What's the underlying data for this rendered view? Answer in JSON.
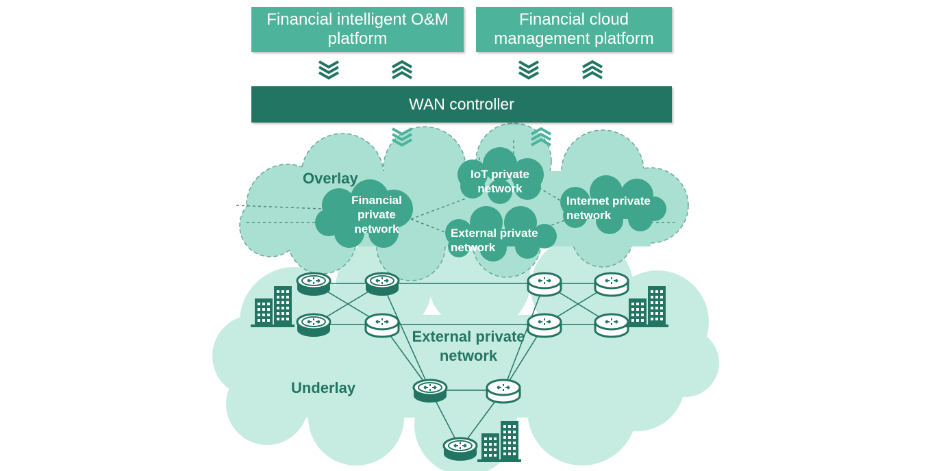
{
  "platforms": {
    "om": "Financial intelligent O&M\nplatform",
    "cloud": "Financial cloud\nmanagement platform"
  },
  "controller": "WAN controller",
  "overlay": {
    "label": "Overlay",
    "networks": {
      "financial": "Financial\nprivate\nnetwork",
      "iot": "IoT private\nnetwork",
      "internet": "Internet private\nnetwork",
      "external": "External private\nnetwork"
    }
  },
  "underlay": {
    "label": "Underlay",
    "network": "External private\nnetwork"
  },
  "colors": {
    "dark_green": "#237563",
    "mid_green": "#4db39a",
    "cloud_fill": "#c6ece2",
    "overlay_fill": "#a9e0d2",
    "private_cloud_fill": "#3fa58c"
  },
  "icons": [
    "chevron-down-icon",
    "chevron-up-icon",
    "router-icon",
    "building-icon"
  ]
}
